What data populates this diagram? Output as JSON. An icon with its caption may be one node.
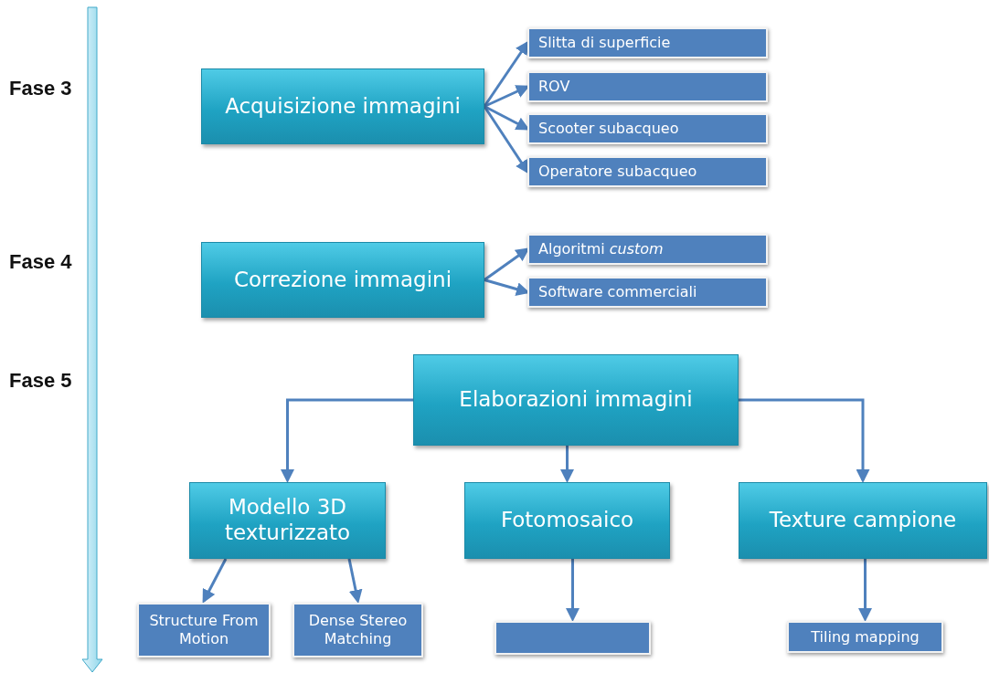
{
  "diagram": {
    "nodes": [
      {
        "text": [
          "Acquisizione immagini"
        ]
      },
      {
        "text": [
          "Slitta di superficie"
        ]
      },
      {
        "text": [
          "ROV"
        ]
      },
      {
        "text": [
          "Scooter subacqueo"
        ]
      },
      {
        "text": [
          "Operatore subacqueo"
        ]
      },
      {
        "text": [
          "Correzione immagini"
        ]
      },
      {
        "text": [
          "Algoritmi *custom*"
        ]
      },
      {
        "text": [
          "Software commerciali"
        ]
      },
      {
        "text": [
          "Elaborazioni immagini"
        ]
      },
      {
        "text": [
          "Modello 3D texturizzato"
        ]
      },
      {
        "text": [
          "Fotomosaico"
        ]
      },
      {
        "text": [
          "Texture campione"
        ]
      },
      {
        "text": [
          "Structure From Motion"
        ]
      },
      {
        "text": [
          "Dense Stereo Matching"
        ]
      },
      {
        "text": [],
        "shape": "box"
      },
      {
        "text": [
          "Tiling mapping"
        ]
      }
    ],
    "edges": [
      {
        "from": 0,
        "to": 1,
        "arrow": "to"
      },
      {
        "from": 0,
        "to": 2,
        "arrow": "to"
      },
      {
        "from": 0,
        "to": 3,
        "arrow": "to"
      },
      {
        "from": 0,
        "to": 4,
        "arrow": "to"
      },
      {
        "from": 5,
        "to": 6,
        "arrow": "to"
      },
      {
        "from": 5,
        "to": 7,
        "arrow": "to"
      },
      {
        "from": 8,
        "to": 9,
        "arrow": "to"
      },
      {
        "from": 8,
        "to": 10,
        "arrow": "to"
      },
      {
        "from": 8,
        "to": 11,
        "arrow": "to"
      },
      {
        "from": 9,
        "to": 12,
        "arrow": "to"
      },
      {
        "from": 9,
        "to": 13,
        "arrow": "to"
      },
      {
        "from": 10,
        "to": 14,
        "arrow": "to"
      },
      {
        "from": 11,
        "to": 15,
        "arrow": "to"
      }
    ],
    "labels": [
      "Fase 3",
      "Fase 4",
      "Fase 5"
    ]
  }
}
